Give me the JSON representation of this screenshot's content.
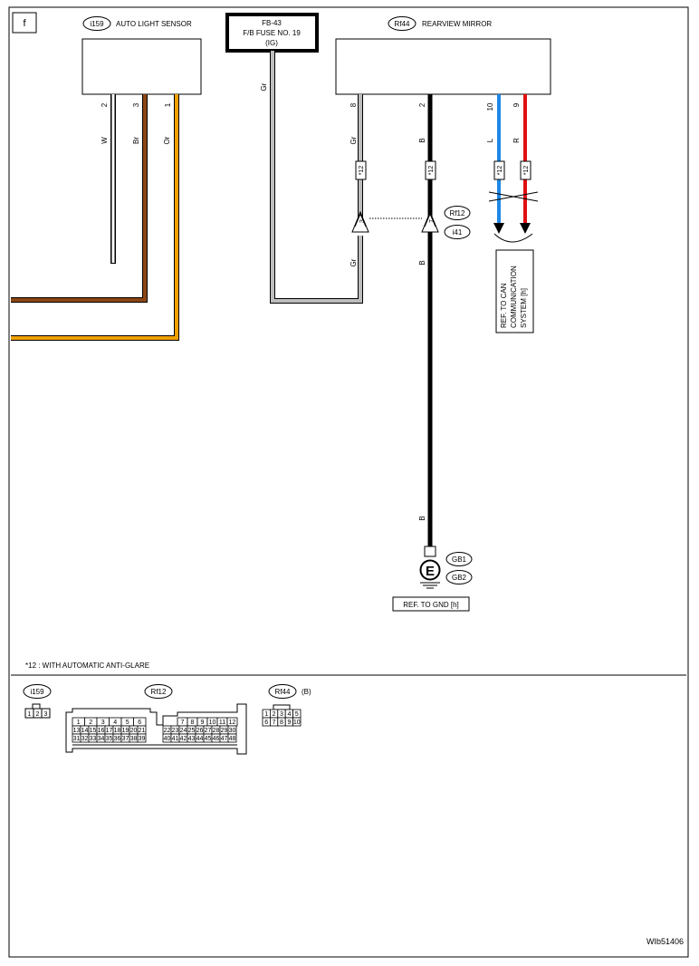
{
  "page": {
    "section_letter": "f",
    "diagram_code": "WIb51406"
  },
  "colors": {
    "white": "#ffffff",
    "brown": "#8b4513",
    "orange": "#f0a000",
    "gray": "#bdbdbd",
    "black": "#000000",
    "blue": "#1e88e5",
    "red": "#e01010"
  },
  "components": {
    "auto_light_sensor": {
      "tag": "i159",
      "name": "AUTO LIGHT SENSOR",
      "pins": [
        "2",
        "3",
        "1"
      ],
      "wires": [
        "W",
        "Br",
        "Or"
      ]
    },
    "fuse": {
      "line1": "FB-43",
      "line2": "F/B FUSE NO. 19",
      "line3": "(IG)",
      "wire": "Gr"
    },
    "rearview_mirror": {
      "tag": "Rf44",
      "name": "REARVIEW MIRROR",
      "pins": [
        "8",
        "2",
        "10",
        "9"
      ],
      "wires": [
        "Gr",
        "B",
        "L",
        "R"
      ],
      "option_mark": "*12"
    },
    "connector_pair": {
      "tag_upper": "Rf12",
      "tag_lower": "i41",
      "pin_left": "3",
      "pin_right": "7",
      "wire_below_left": "Gr",
      "wire_below_right": "B"
    },
    "can_ref": {
      "line1": "REF. TO CAN",
      "line2": "COMMUNICATION",
      "line3": "SYSTEM [h]"
    },
    "ground": {
      "wire": "B",
      "symbol": "E",
      "tag1": "GB1",
      "tag2": "GB2",
      "ref": "REF. TO GND [h]"
    }
  },
  "footnote": "*12 : WITH AUTOMATIC ANTI-GLARE",
  "connector_views": {
    "i159": {
      "tag": "i159",
      "pins": [
        "1",
        "2",
        "3"
      ]
    },
    "rf12": {
      "tag": "Rf12",
      "row1_left": [
        "1",
        "2",
        "3",
        "4",
        "5",
        "6"
      ],
      "row2_left": [
        "13",
        "14",
        "15",
        "16",
        "17",
        "18",
        "19",
        "20",
        "21"
      ],
      "row3_left": [
        "31",
        "32",
        "33",
        "34",
        "35",
        "36",
        "37",
        "38",
        "39"
      ],
      "row1_right": [
        "7",
        "8",
        "9",
        "10",
        "11",
        "12"
      ],
      "row2_right": [
        "22",
        "23",
        "24",
        "25",
        "26",
        "27",
        "28",
        "29",
        "30"
      ],
      "row3_right": [
        "40",
        "41",
        "42",
        "43",
        "44",
        "45",
        "46",
        "47",
        "48"
      ]
    },
    "rf44": {
      "tag": "Rf44",
      "variant": "(B)",
      "row1": [
        "1",
        "2",
        "3",
        "4",
        "5"
      ],
      "row2": [
        "6",
        "7",
        "8",
        "9",
        "10"
      ]
    }
  }
}
